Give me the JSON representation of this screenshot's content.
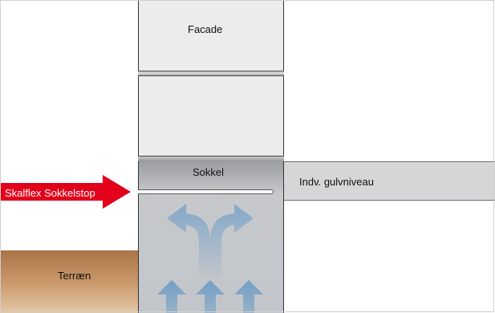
{
  "labels": {
    "facade": "Facade",
    "sokkel": "Sokkel",
    "floor": "Indv. gulvniveau",
    "stop": "Skalflex Sokkelstop",
    "terrain": "Terræn"
  },
  "colors": {
    "arrow_red": "#e2001a",
    "moisture_blue": "#6e9cc4",
    "terrain_brown": "#b27d4f",
    "sokkel_grey": "#c4c7cb",
    "facade_grey": "#ececec",
    "floor_grey": "#d6d6d8"
  },
  "icons": {
    "insertion_arrow": "right-arrow-icon",
    "moisture_split": "split-up-arrow-icon",
    "moisture_rise": "up-arrow-icon"
  }
}
